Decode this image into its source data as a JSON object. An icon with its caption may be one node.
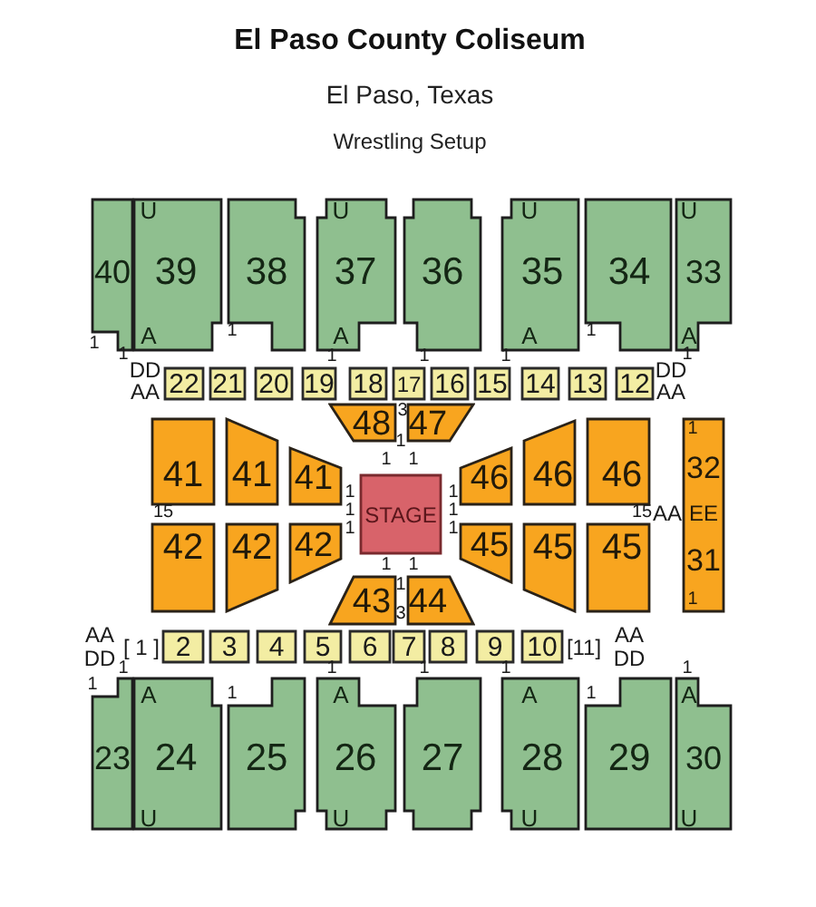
{
  "diagram": {
    "title": "El Paso County Coliseum",
    "nodes": [
      {
        "text": [
          "40"
        ]
      },
      {
        "text": [
          "U",
          "39",
          "A"
        ]
      },
      {
        "text": [
          "38"
        ]
      },
      {
        "text": [
          "U",
          "37",
          "A"
        ]
      },
      {
        "text": [
          "36"
        ]
      },
      {
        "text": [
          "U",
          "35",
          "A"
        ]
      },
      {
        "text": [
          "34"
        ]
      },
      {
        "text": [
          "U",
          "33",
          "A"
        ]
      },
      {
        "text": [
          "22"
        ]
      },
      {
        "text": [
          "21"
        ]
      },
      {
        "text": [
          "20"
        ]
      },
      {
        "text": [
          "19"
        ]
      },
      {
        "text": [
          "18"
        ]
      },
      {
        "text": [
          "17"
        ]
      },
      {
        "text": [
          "16"
        ]
      },
      {
        "text": [
          "15"
        ]
      },
      {
        "text": [
          "14"
        ]
      },
      {
        "text": [
          "13"
        ]
      },
      {
        "text": [
          "12"
        ]
      },
      {
        "text": [
          "48"
        ]
      },
      {
        "text": [
          "47"
        ]
      },
      {
        "text": [
          "41"
        ]
      },
      {
        "text": [
          "41"
        ]
      },
      {
        "text": [
          "41"
        ]
      },
      {
        "text": [
          "STAGE"
        ]
      },
      {
        "text": [
          "46"
        ]
      },
      {
        "text": [
          "46"
        ]
      },
      {
        "text": [
          "46"
        ]
      },
      {
        "text": [
          "1",
          "32",
          "EE",
          "31",
          "1"
        ]
      },
      {
        "text": [
          "42"
        ]
      },
      {
        "text": [
          "42"
        ]
      },
      {
        "text": [
          "42"
        ]
      },
      {
        "text": [
          "45"
        ]
      },
      {
        "text": [
          "45"
        ]
      },
      {
        "text": [
          "45"
        ]
      },
      {
        "text": [
          "43"
        ]
      },
      {
        "text": [
          "44"
        ]
      },
      {
        "text": [
          "2"
        ]
      },
      {
        "text": [
          "3"
        ]
      },
      {
        "text": [
          "4"
        ]
      },
      {
        "text": [
          "5"
        ]
      },
      {
        "text": [
          "6"
        ]
      },
      {
        "text": [
          "7"
        ]
      },
      {
        "text": [
          "8"
        ]
      },
      {
        "text": [
          "9"
        ]
      },
      {
        "text": [
          "10"
        ]
      },
      {
        "text": [
          "23"
        ]
      },
      {
        "text": [
          "A",
          "24",
          "U"
        ]
      },
      {
        "text": [
          "25"
        ]
      },
      {
        "text": [
          "A",
          "26",
          "U"
        ]
      },
      {
        "text": [
          "27"
        ]
      },
      {
        "text": [
          "A",
          "28",
          "U"
        ]
      },
      {
        "text": [
          "29"
        ]
      },
      {
        "text": [
          "A",
          "30",
          "U"
        ]
      }
    ],
    "labels": [
      "El Paso, Texas",
      "Wrestling Setup",
      "1",
      "1",
      "1",
      "1",
      "1",
      "1",
      "1",
      "1",
      "DD",
      "DD",
      "AA",
      "AA",
      "3",
      "1",
      "1",
      "1",
      "1",
      "1",
      "15",
      "1",
      "1",
      "15",
      "AA",
      "1",
      "1",
      "1",
      "1",
      "1",
      "3",
      "AA",
      "AA",
      "[ 1 ]",
      "[11]",
      "DD",
      "DD",
      "1",
      "1",
      "1",
      "1",
      "1",
      "1",
      "1",
      "1"
    ]
  }
}
